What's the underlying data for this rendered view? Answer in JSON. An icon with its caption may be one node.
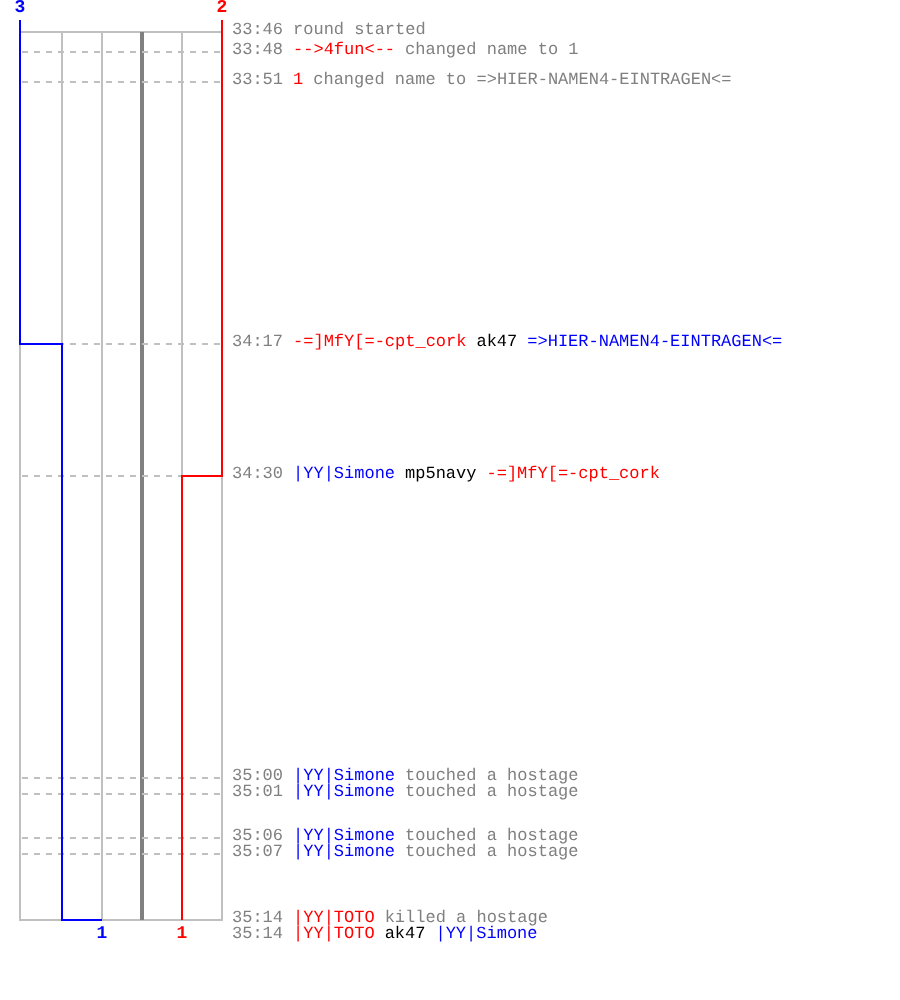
{
  "diagram": {
    "labels": [
      "3",
      "2",
      "33:46",
      "round started",
      "33:48",
      "-->4fun<--",
      "changed name to 1",
      "33:51",
      "1",
      "changed name to =>HIER-NAMEN4-EINTRAGEN<=",
      "34:17",
      "-=]MfY[=-cpt_cork",
      "ak47",
      "=>HIER-NAMEN4-EINTRAGEN<=",
      "34:30",
      "|YY|Simone",
      "mp5navy",
      "-=]MfY[=-cpt_cork",
      "35:00",
      "|YY|Simone",
      "touched a hostage",
      "35:01",
      "|YY|Simone",
      "touched a hostage",
      "35:06",
      "|YY|Simone",
      "touched a hostage",
      "35:07",
      "|YY|Simone",
      "touched a hostage",
      "35:14",
      "|YY|TOTO",
      "killed a hostage",
      "1",
      "1",
      "35:14",
      "|YY|TOTO",
      "ak47",
      "|YY|Simone"
    ]
  }
}
